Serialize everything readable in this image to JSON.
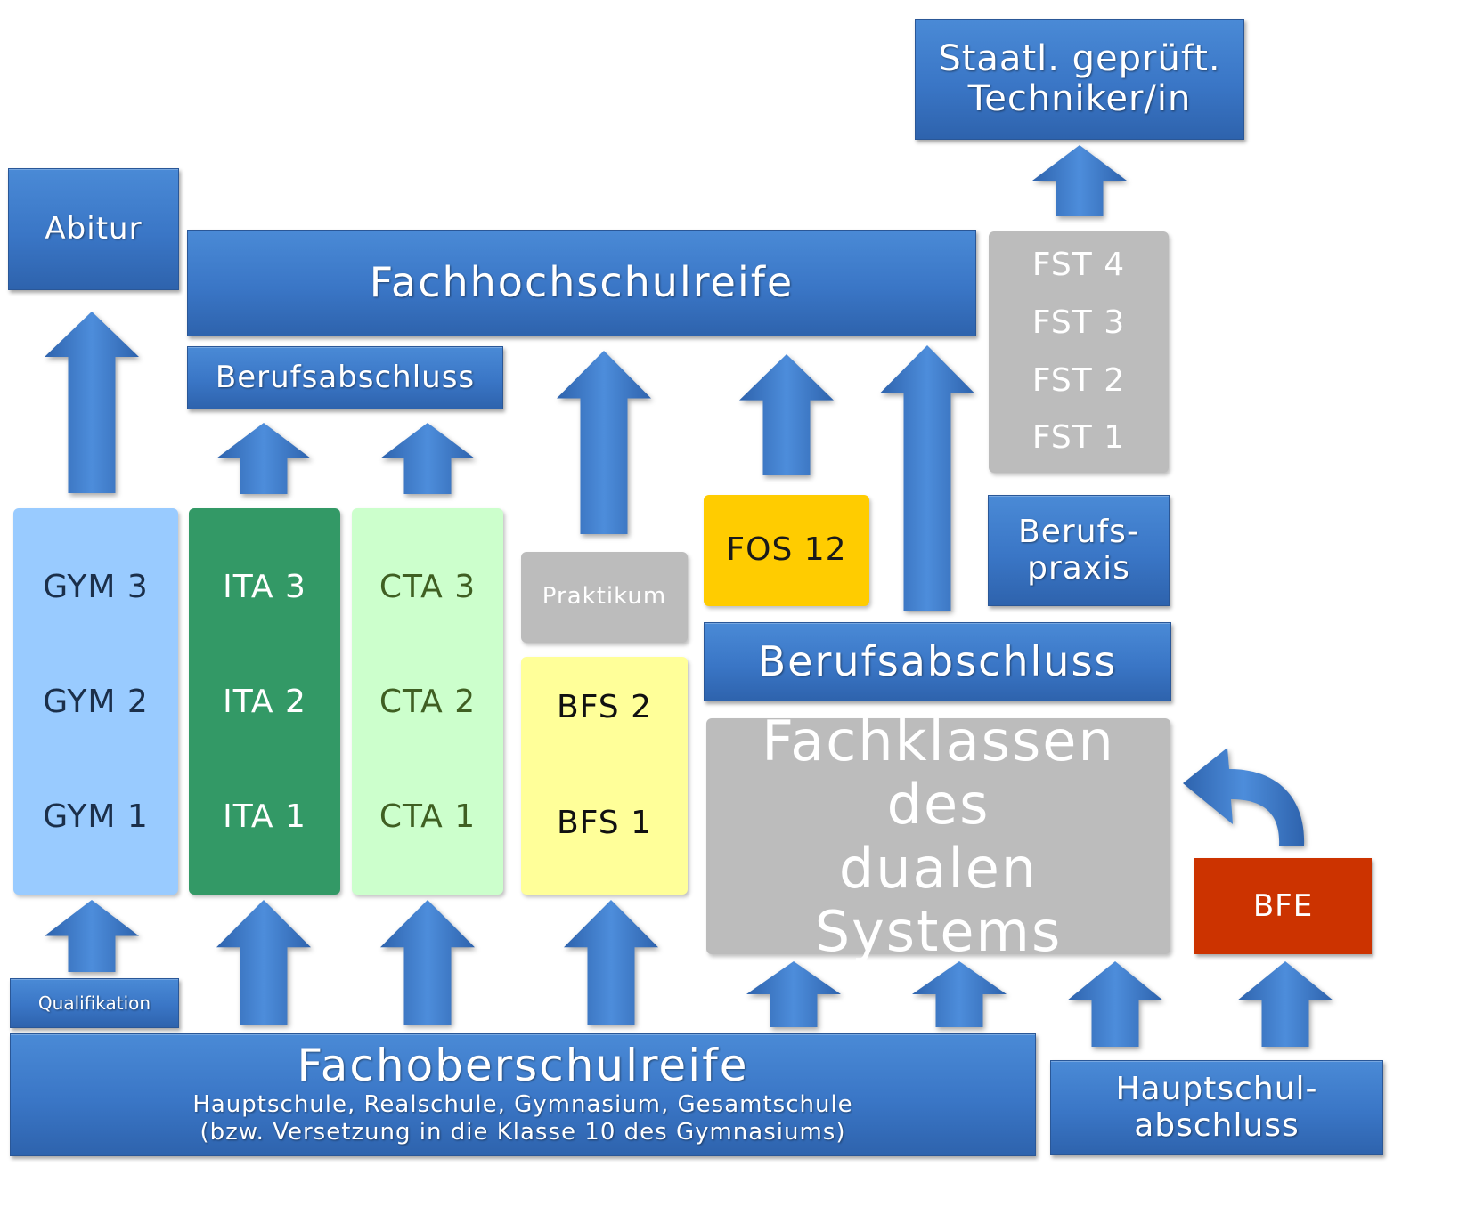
{
  "top": {
    "techniker": "Staatl. geprüft.\nTechniker/in",
    "abitur": "Abitur",
    "fachhochschulreife": "Fachhochschulreife",
    "berufsabschluss_left": "Berufsabschluss"
  },
  "fst": [
    "FST 4",
    "FST 3",
    "FST 2",
    "FST 1"
  ],
  "columns": {
    "gym": [
      "GYM 3",
      "GYM 2",
      "GYM 1"
    ],
    "ita": [
      "ITA 3",
      "ITA 2",
      "ITA 1"
    ],
    "cta": [
      "CTA 3",
      "CTA 2",
      "CTA 1"
    ],
    "bfs": [
      "BFS 2",
      "BFS 1"
    ]
  },
  "middle": {
    "praktikum": "Praktikum",
    "fos12": "FOS 12",
    "berufspraxis": "Berufs-\npraxis",
    "berufsabschluss_right": "Berufsabschluss",
    "fachklassen": "Fachklassen des\ndualen Systems",
    "bfe": "BFE"
  },
  "bottom": {
    "qualifikation": "Qualifikation",
    "fachoberschulreife": "Fachoberschulreife",
    "fachoberschulreife_sub1": "Hauptschule, Realschule, Gymnasium, Gesamtschule",
    "fachoberschulreife_sub2": "(bzw. Versetzung in die Klasse 10 des Gymnasiums)",
    "hauptschulabschluss": "Hauptschul-\nabschluss"
  },
  "colors": {
    "blue": "#3a76c6",
    "grey": "#bcbcbc",
    "gym": "#99cbff",
    "ita": "#339966",
    "cta": "#ccffcc",
    "bfs": "#ffff99",
    "fos": "#ffcc00",
    "bfe": "#cc3300"
  }
}
